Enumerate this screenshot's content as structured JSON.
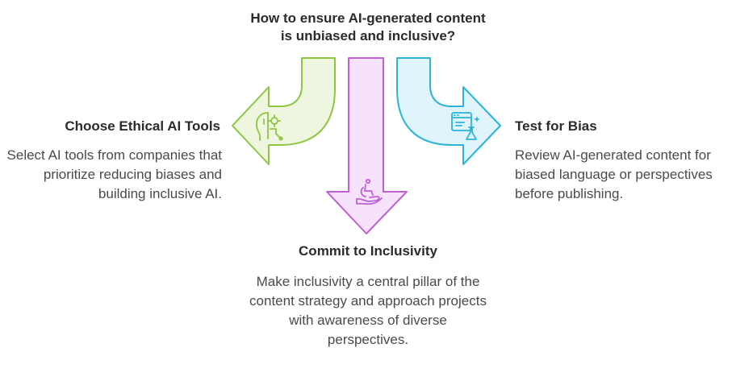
{
  "title": {
    "line1": "How to ensure AI-generated content",
    "line2": "is unbiased and inclusive?"
  },
  "steps": [
    {
      "heading": "Choose Ethical AI Tools",
      "body": "Select AI tools from companies that prioritize reducing biases and building inclusive AI.",
      "icon": "ethical-ai-head-icon",
      "color": "#8dc63f",
      "fill": "#eef6e0"
    },
    {
      "heading": "Commit to Inclusivity",
      "body": "Make inclusivity a central pillar of the content strategy and approach projects with awareness of diverse perspectives.",
      "icon": "accessibility-hand-icon",
      "color": "#c15fd6",
      "fill": "#f6e3fb"
    },
    {
      "heading": "Test for Bias",
      "body": "Review AI-generated content for biased language or perspectives before publishing.",
      "icon": "browser-test-flask-icon",
      "color": "#2bb3d9",
      "fill": "#dff4fb"
    }
  ]
}
